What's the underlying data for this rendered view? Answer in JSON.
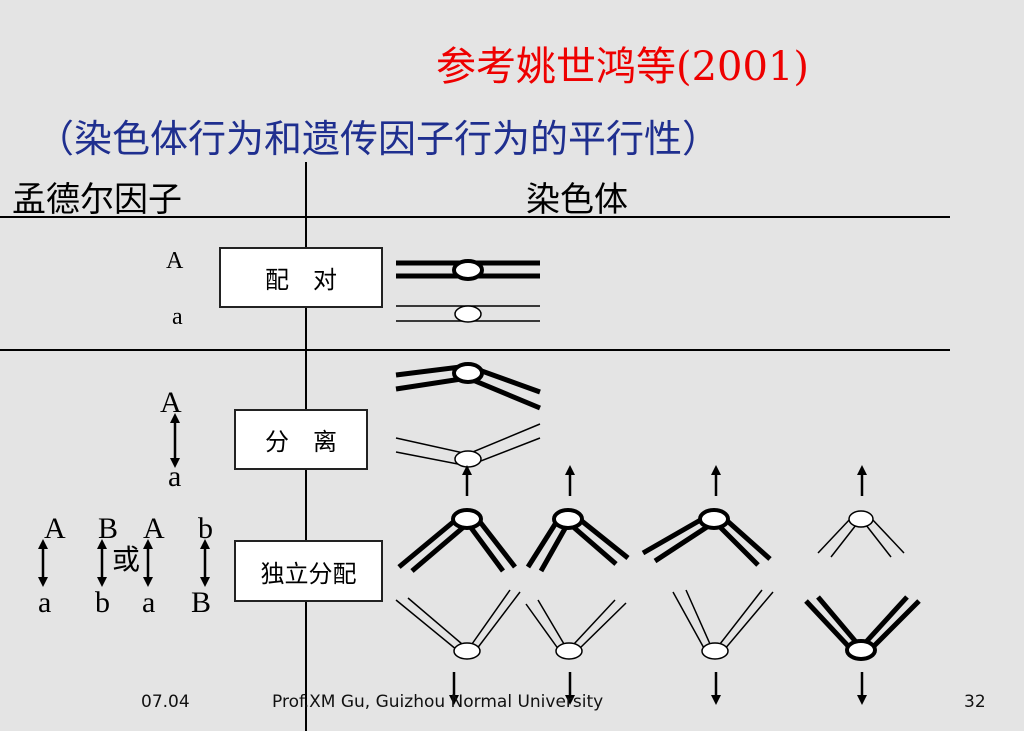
{
  "title": {
    "reference": "参考姚世鸿等(2001)",
    "subtitle": "（染色体行为和遗传因子行为的平行性）"
  },
  "columns": {
    "left": "孟德尔因子",
    "right": "染色体"
  },
  "rows": {
    "pairing": {
      "box": "配　对",
      "upper": "A",
      "lower": "a"
    },
    "separation": {
      "box": "分　离",
      "upper": "A",
      "lower": "a"
    },
    "assortment": {
      "box": "独立分配",
      "or_label": "或",
      "upper": [
        "A",
        "B",
        "A",
        "b"
      ],
      "lower": [
        "a",
        "b",
        "a",
        "B"
      ]
    }
  },
  "footer": {
    "date": "07.04",
    "author": "Prof.XM Gu, Guizhou Normal University",
    "page": "32"
  },
  "colors": {
    "title_red": "#ee0000",
    "title_blue": "#1f2f8f",
    "background": "#e4e4e4"
  }
}
